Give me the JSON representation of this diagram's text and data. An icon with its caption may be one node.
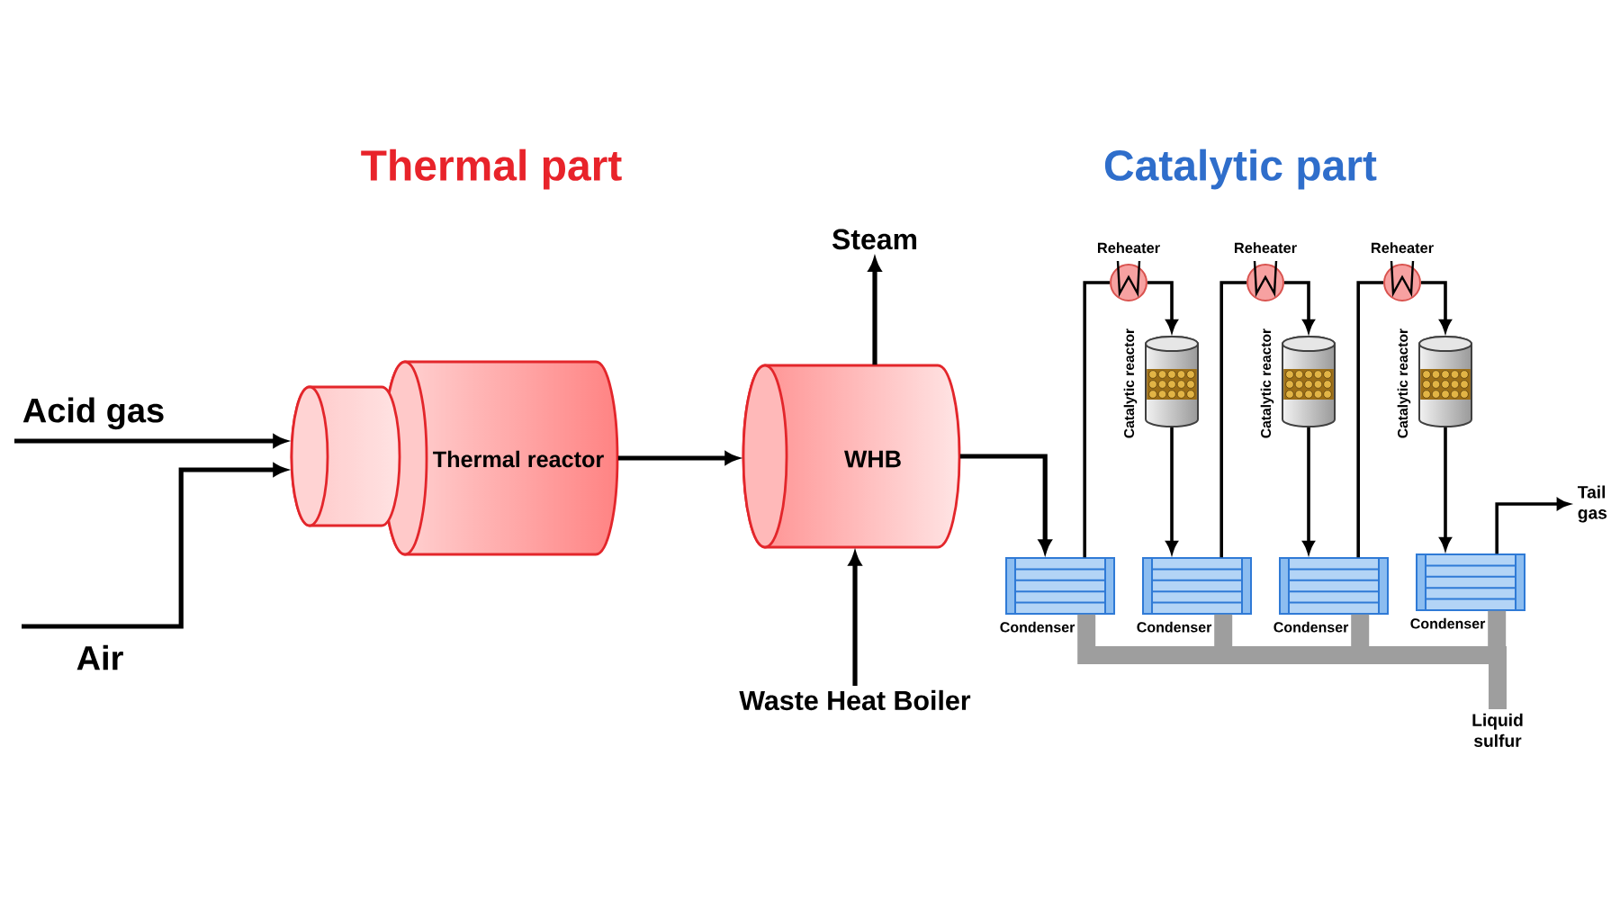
{
  "diagram": {
    "nodes": [
      {
        "text": [
          "Acid gas"
        ]
      },
      {
        "text": [
          "Air"
        ]
      },
      {
        "text": [
          "Thermal reactor"
        ]
      },
      {
        "text": [
          "WHB"
        ]
      },
      {
        "text": [
          "Steam"
        ]
      },
      {
        "text": [
          "Waste Heat Boiler"
        ]
      },
      {
        "text": [
          "Condenser"
        ]
      },
      {
        "text": [
          "Reheater"
        ]
      },
      {
        "text": [
          "Catalytic reactor"
        ]
      },
      {
        "text": [
          "Condenser"
        ]
      },
      {
        "text": [
          "Reheater"
        ]
      },
      {
        "text": [
          "Catalytic reactor"
        ]
      },
      {
        "text": [
          "Condenser"
        ]
      },
      {
        "text": [
          "Reheater"
        ]
      },
      {
        "text": [
          "Catalytic reactor"
        ]
      },
      {
        "text": [
          "Condenser"
        ]
      },
      {
        "text": [
          "Tail gas"
        ]
      },
      {
        "text": [
          "Liquid sulfur"
        ]
      }
    ],
    "edges": [
      {
        "from": 0,
        "to": 2,
        "arrow": "to"
      },
      {
        "from": 1,
        "to": 2,
        "arrow": "to"
      },
      {
        "from": 2,
        "to": 3,
        "arrow": "to"
      },
      {
        "from": 3,
        "to": 4,
        "arrow": "to"
      },
      {
        "from": 5,
        "to": 3,
        "arrow": "to"
      },
      {
        "from": 3,
        "to": 6,
        "arrow": "to"
      },
      {
        "from": 6,
        "to": 7,
        "arrow": "none"
      },
      {
        "from": 7,
        "to": 8,
        "arrow": "to"
      },
      {
        "from": 8,
        "to": 9,
        "arrow": "to"
      },
      {
        "from": 9,
        "to": 10,
        "arrow": "none"
      },
      {
        "from": 10,
        "to": 11,
        "arrow": "to"
      },
      {
        "from": 11,
        "to": 12,
        "arrow": "to"
      },
      {
        "from": 12,
        "to": 13,
        "arrow": "none"
      },
      {
        "from": 13,
        "to": 14,
        "arrow": "to"
      },
      {
        "from": 14,
        "to": 15,
        "arrow": "to"
      },
      {
        "from": 15,
        "to": 16,
        "arrow": "to"
      },
      {
        "from": 6,
        "to": 17,
        "arrow": "none",
        "style": "thick",
        "color": "#9e9e9e"
      },
      {
        "from": 9,
        "to": 17,
        "arrow": "none",
        "style": "thick",
        "color": "#9e9e9e"
      },
      {
        "from": 12,
        "to": 17,
        "arrow": "none",
        "style": "thick",
        "color": "#9e9e9e"
      },
      {
        "from": 15,
        "to": 17,
        "arrow": "none",
        "style": "thick",
        "color": "#9e9e9e"
      }
    ],
    "labels": [
      "Thermal part",
      "Catalytic part"
    ]
  }
}
